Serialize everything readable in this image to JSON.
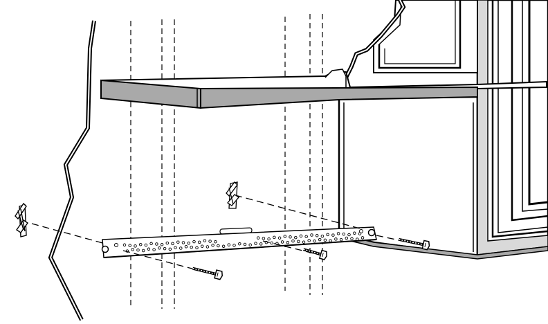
{
  "figure": {
    "kind": "installation-diagram",
    "colors": {
      "line": "#000000",
      "fill_gray": "#a9a9a9",
      "fill_light": "#d9d9d9",
      "background": "#ffffff"
    },
    "parts": [
      {
        "id": "cabinet",
        "icon": "upper-cabinet-with-shelf"
      },
      {
        "id": "mounting-plate",
        "icon": "wall-mounting-plate"
      },
      {
        "id": "toggle-bolt-left",
        "icon": "toggle-bolt-icon"
      },
      {
        "id": "toggle-bolt-center",
        "icon": "toggle-bolt-icon"
      },
      {
        "id": "screw-left",
        "icon": "screw-icon"
      },
      {
        "id": "screw-middle",
        "icon": "screw-icon"
      },
      {
        "id": "screw-right",
        "icon": "screw-icon"
      },
      {
        "id": "wall-stud-lines",
        "icon": "stud-centerline"
      },
      {
        "id": "wall-break",
        "icon": "break-line"
      }
    ]
  }
}
